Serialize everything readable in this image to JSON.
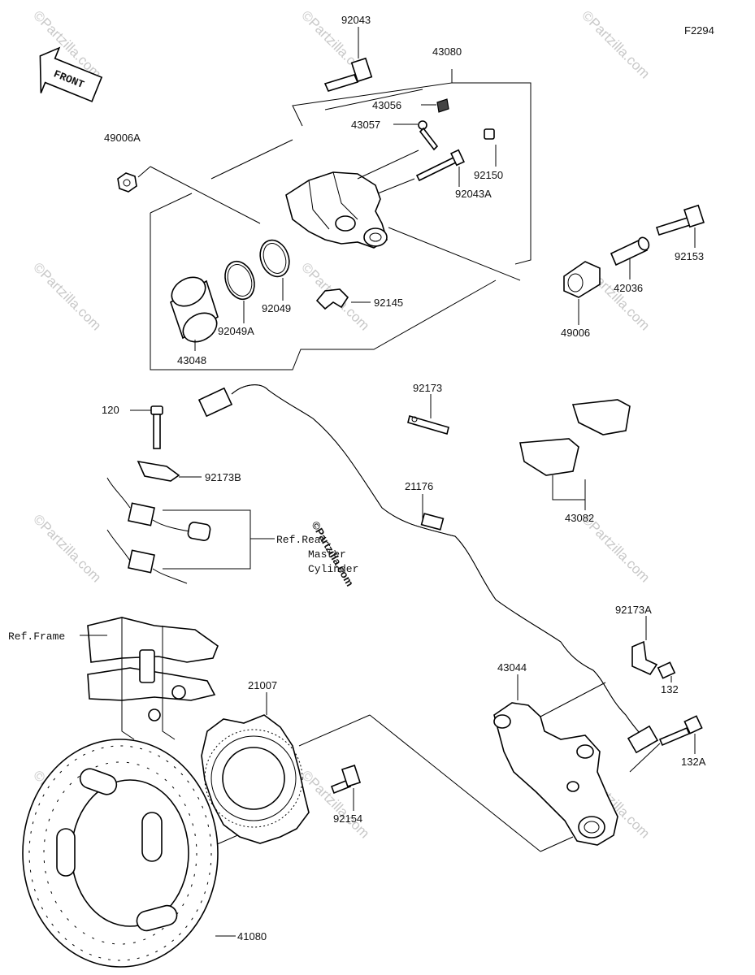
{
  "figure_code": "F2294",
  "front_label": "FRONT",
  "watermark": "©Partzilla.com",
  "center_watermark": "©Partzilla.com",
  "parts": {
    "p92043": "92043",
    "p43080": "43080",
    "p43056": "43056",
    "p43057": "43057",
    "p49006A": "49006A",
    "p92150": "92150",
    "p92043A": "92043A",
    "p92153": "92153",
    "p42036": "42036",
    "p49006": "49006",
    "p92049": "92049",
    "p92049A": "92049A",
    "p92145": "92145",
    "p43048": "43048",
    "p92173": "92173",
    "p120": "120",
    "p92173B": "92173B",
    "p21176": "21176",
    "p43082": "43082",
    "p92173A": "92173A",
    "p43044": "43044",
    "p132": "132",
    "p132A": "132A",
    "p21007": "21007",
    "p92154": "92154",
    "p41080": "41080"
  },
  "refs": {
    "rear_master_cylinder_1": "Ref.Rear",
    "rear_master_cylinder_2": "Master",
    "rear_master_cylinder_3": "Cylinder",
    "frame": "Ref.Frame"
  }
}
